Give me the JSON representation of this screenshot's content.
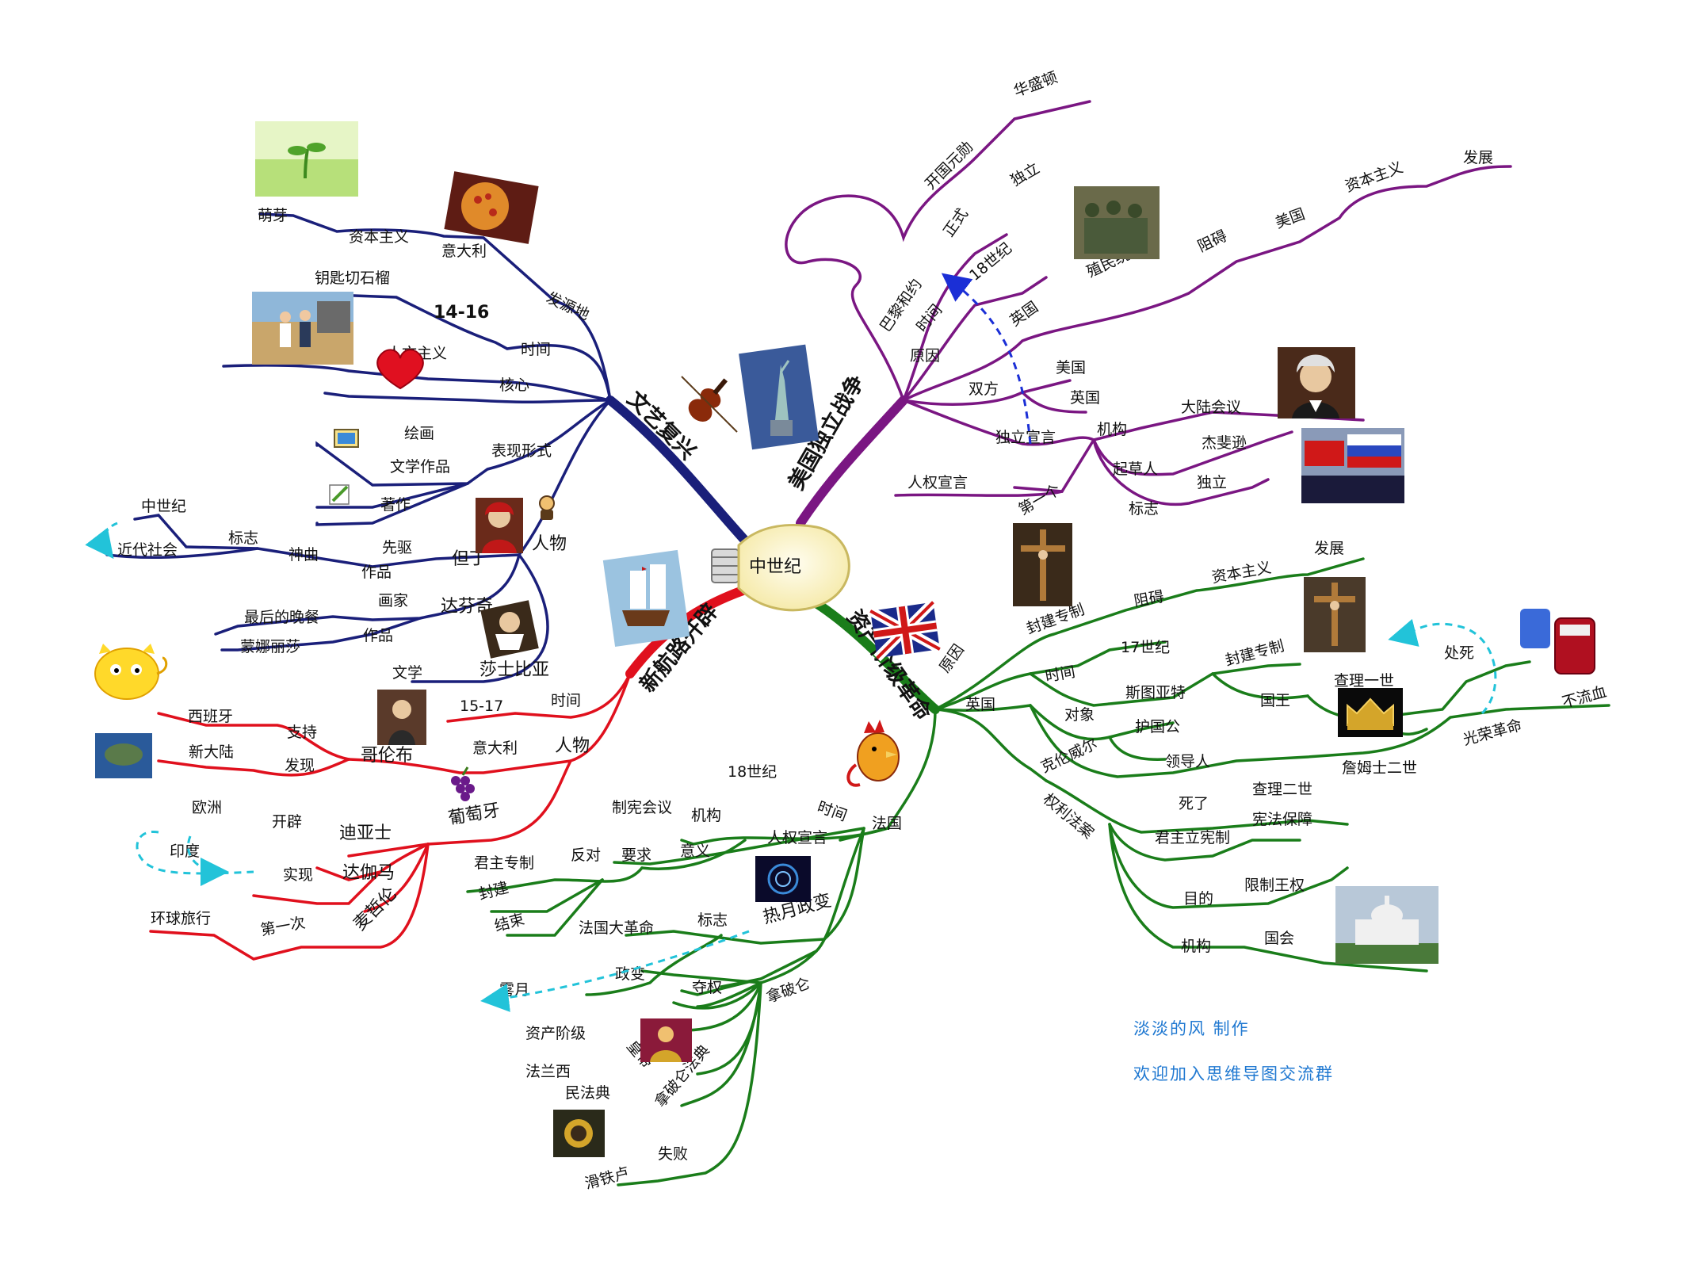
{
  "center": {
    "label": "中世纪"
  },
  "credits": [
    "淡淡的风 制作",
    "欢迎加入思维导图交流群"
  ],
  "colors": {
    "renaissance": "#1a1f7a",
    "america": "#7a1682",
    "bourgeois": "#1a7d1a",
    "voyage": "#e0101d",
    "arrow": "#22c3d9",
    "credit": "#1f78d1"
  },
  "icons": [
    "seedling-photo",
    "pizza-icon",
    "workers-photo",
    "heart-icon",
    "violin-icon",
    "liberty-statue-icon",
    "painting-icon",
    "pencil-icon",
    "dante-portrait",
    "person-icon",
    "shakespeare-portrait",
    "ship-icon",
    "soldiers-photo",
    "hamilton-portrait",
    "flag-ceremony-photo",
    "union-jack-icon",
    "crucifix-icon",
    "crucifix-icon-small",
    "blood-bag-icon",
    "crown-icon",
    "cat-icon",
    "island-photo",
    "columbus-portrait",
    "grapes-icon",
    "rooster-icon",
    "vortex-icon",
    "napoleon-icon",
    "napoleon-tomb-icon",
    "capitol-photo"
  ],
  "branches": {
    "renaissance": {
      "title": "文艺复兴",
      "labels": [
        "萌芽",
        "资本主义",
        "意大利",
        "发源地",
        "钥匙切石榴",
        "14-16",
        "时间",
        "人文主义",
        "核心",
        "绘画",
        "文学作品",
        "表现形式",
        "著作",
        "中世纪",
        "近代社会",
        "标志",
        "神曲",
        "先驱",
        "作品",
        "但丁",
        "人物",
        "画家",
        "达芬奇",
        "最后的晚餐",
        "作品",
        "蒙娜丽莎",
        "文学",
        "莎士比亚"
      ]
    },
    "america": {
      "title": "美国独立战争",
      "labels": [
        "华盛顿",
        "开国元勋",
        "独立",
        "正式",
        "巴黎和约",
        "18世纪",
        "时间",
        "英国",
        "原因",
        "殖民统治",
        "阻碍",
        "美国",
        "资本主义",
        "发展",
        "美国",
        "双方",
        "英国",
        "独立宣言",
        "机构",
        "大陆会议",
        "起草人",
        "杰斐逊",
        "独立",
        "标志",
        "人权宣言",
        "第一个"
      ]
    },
    "bourgeois": {
      "title": "资产阶级革命",
      "labels": [
        "原因",
        "封建专制",
        "阻碍",
        "资本主义",
        "发展",
        "英国",
        "时间",
        "17世纪",
        "对象",
        "斯图亚特",
        "封建专制",
        "国王",
        "查理一世",
        "处死",
        "克伦威尔",
        "护国公",
        "领导人",
        "死了",
        "查理二世",
        "詹姆士二世",
        "光荣革命",
        "不流血",
        "权利法案",
        "君主立宪制",
        "宪法保障",
        "目的",
        "限制王权",
        "机构",
        "国会",
        "法国",
        "时间",
        "18世纪",
        "人权宣言",
        "机构",
        "制宪会议",
        "意义",
        "要求",
        "反对",
        "君主专制",
        "封建",
        "结束",
        "法国大革命",
        "标志",
        "热月政变",
        "拿破仑",
        "夺权",
        "政变",
        "雾月",
        "皇帝",
        "资产阶级",
        "法兰西",
        "拿破仑法典",
        "民法典",
        "失败",
        "滑铁卢"
      ]
    },
    "voyage": {
      "title": "新航路开辟",
      "labels": [
        "时间",
        "15-17",
        "人物",
        "意大利",
        "哥伦布",
        "支持",
        "西班牙",
        "发现",
        "新大陆",
        "葡萄牙",
        "迪亚士",
        "开辟",
        "欧洲",
        "印度",
        "达伽马",
        "实现",
        "麦哲伦",
        "第一次",
        "环球旅行"
      ]
    }
  }
}
